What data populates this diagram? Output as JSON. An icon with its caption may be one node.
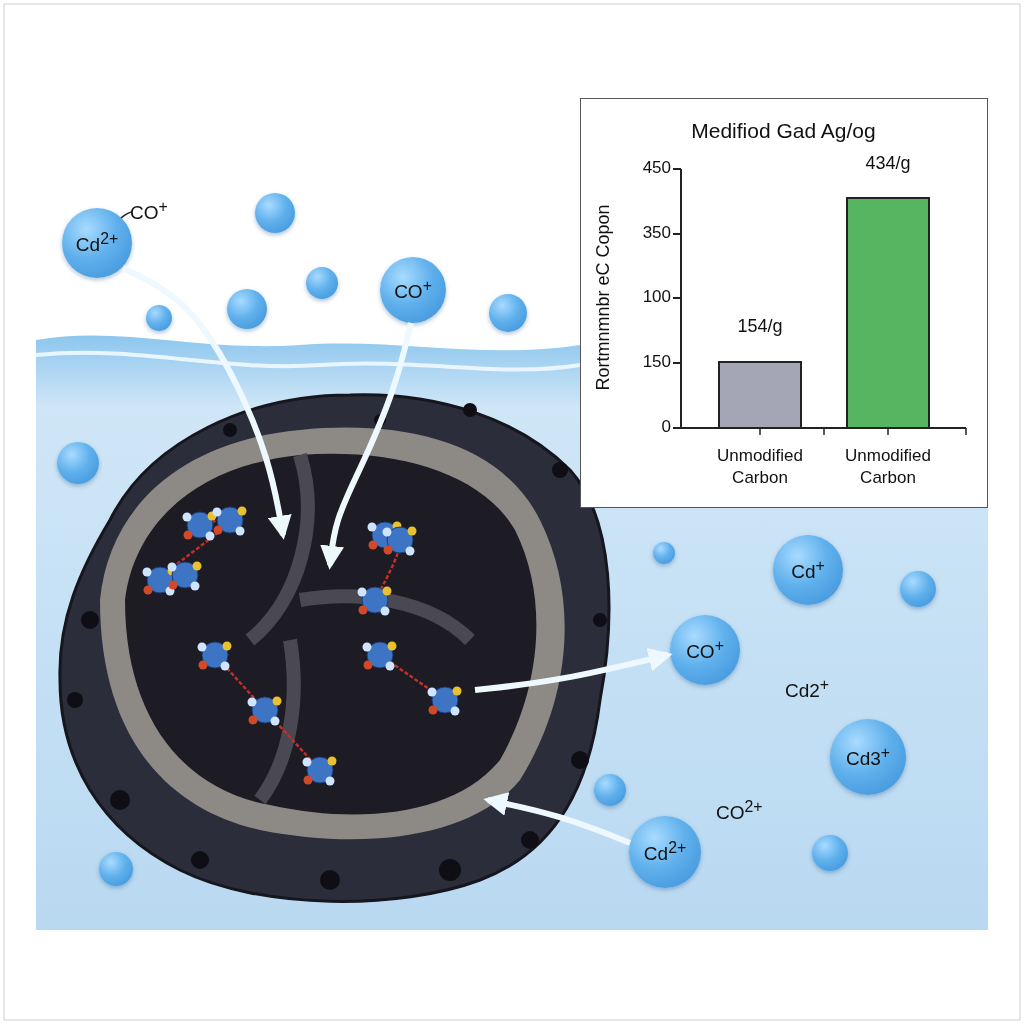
{
  "diagram": {
    "nodes": [
      {
        "text": [
          "CO$^{+}$"
        ]
      },
      {
        "text": [
          "Cd$^{2+}$"
        ]
      },
      {
        "text": [],
        "shape": "circle"
      },
      {
        "text": [],
        "shape": "circle"
      },
      {
        "text": [],
        "shape": "circle"
      },
      {
        "text": [],
        "shape": "circle"
      },
      {
        "text": [
          "CO$^{+}$"
        ]
      },
      {
        "text": [],
        "shape": "circle"
      },
      {
        "text": [],
        "shape": "picture"
      },
      {
        "text": [],
        "shape": "circle"
      },
      {
        "text": [],
        "shape": "circle"
      },
      {
        "text": [
          "Cd$^{+}$"
        ]
      },
      {
        "text": [],
        "shape": "circle"
      },
      {
        "text": [
          "CO$^{+}$"
        ]
      },
      {
        "text": [
          "Cd3$^{+}$"
        ]
      },
      {
        "text": [],
        "shape": "circle"
      },
      {
        "text": [
          "Cd$^{2+}$"
        ]
      },
      {
        "text": [],
        "shape": "circle"
      },
      {
        "text": [],
        "shape": "circle"
      }
    ],
    "edges": [
      {
        "from": 0,
        "to": 1,
        "arrow": "none",
        "color": "#222222"
      },
      {
        "from": 1,
        "to": 8,
        "arrow": "to"
      },
      {
        "from": 6,
        "to": 8,
        "arrow": "to"
      },
      {
        "from": 8,
        "to": 13,
        "arrow": "to"
      },
      {
        "from": 16,
        "to": 8,
        "arrow": "to"
      }
    ],
    "labels": [
      "Cd2$^{+}$",
      "CO$^{2+}$",
      "Medifiod Gad Ag/og",
      "450",
      "434/g",
      "350",
      "Rortmnmnbr eC Copon",
      "100",
      "154/g",
      "150",
      "0",
      "Unmodified Carbon",
      "Unmodified Carbon"
    ]
  }
}
